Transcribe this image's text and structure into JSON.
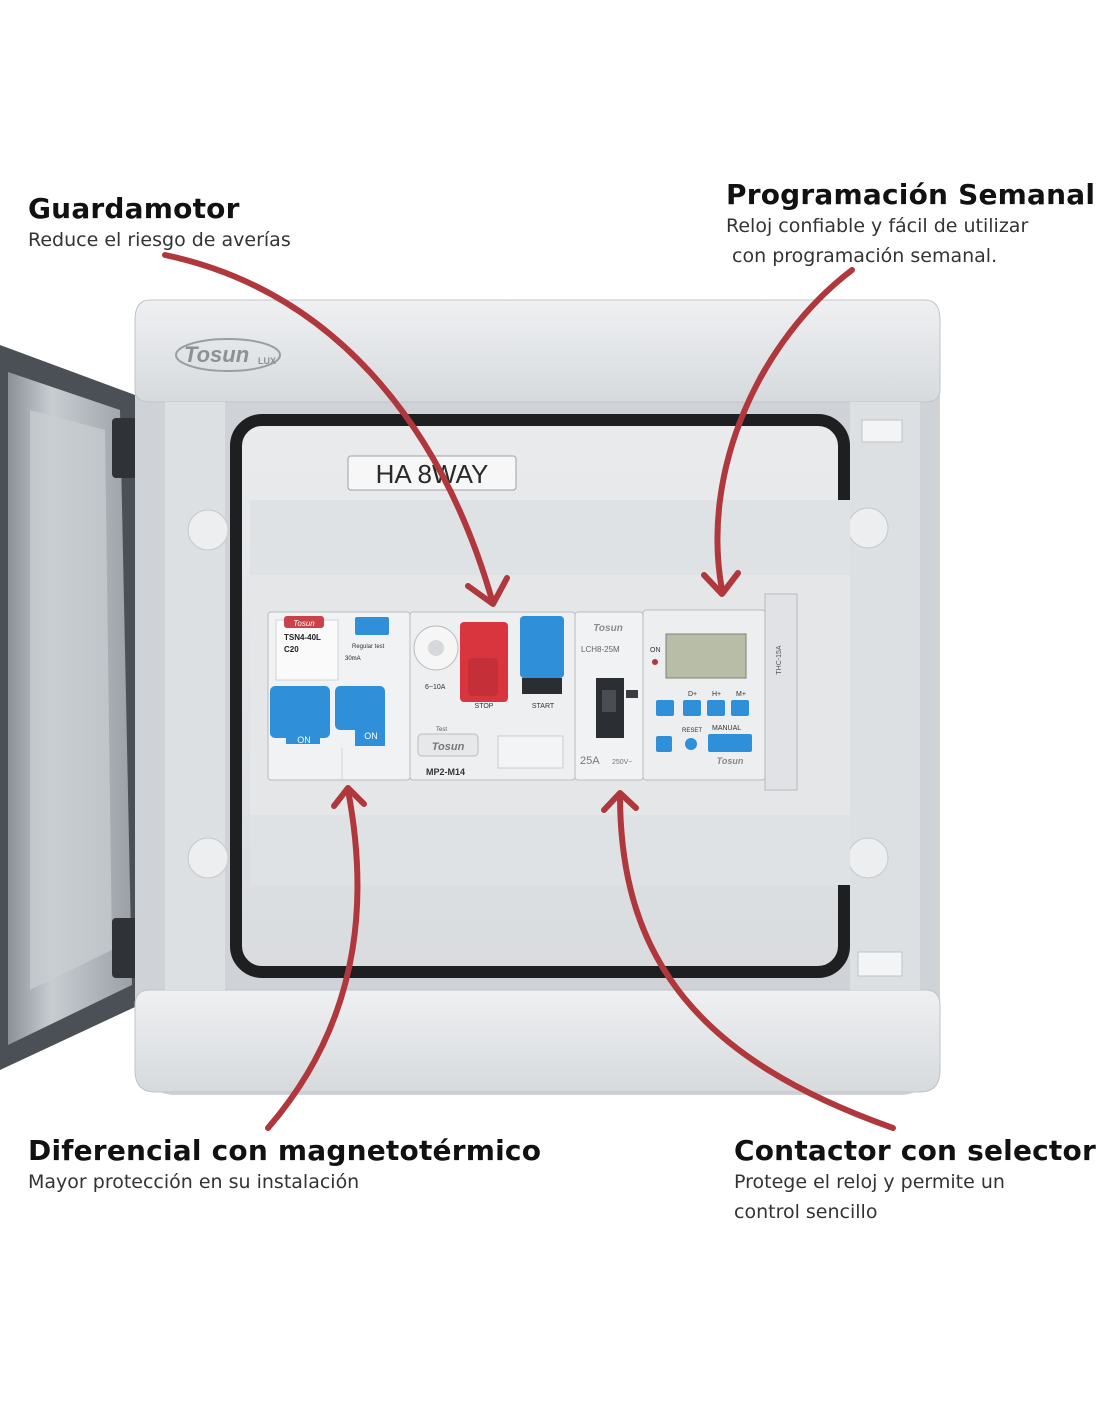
{
  "callouts": {
    "guardamotor": {
      "title": "Guardamotor",
      "desc": "Reduce el riesgo de averías"
    },
    "programacion": {
      "title": "Programación Semanal",
      "desc_line1": "Reloj confiable y fácil de utilizar",
      "desc_line2": " con programación semanal."
    },
    "diferencial": {
      "title": "Diferencial con magnetotérmico",
      "desc": "Mayor protección en su instalación"
    },
    "contactor": {
      "title": "Contactor con selector",
      "desc_line1": "Protege el reloj y permite un",
      "desc_line2": "control sencillo"
    }
  },
  "enclosure": {
    "brand": "Tosun",
    "brand_suffix": "LUX",
    "label": "HA  8WAY"
  },
  "devices": {
    "rcbo": {
      "brand": "Tosun",
      "model": "TSN4-40L",
      "rating": "C20",
      "sensitivity": "30mA",
      "test": "Regular test",
      "on_left": "ON",
      "on_right": "ON"
    },
    "motor_protector": {
      "brand": "Tosun",
      "model": "MP2-M14",
      "range": "6~10A",
      "stop": "STOP",
      "start": "START",
      "test": "Test"
    },
    "contactor": {
      "brand": "Tosun",
      "model": "LCH8-25M",
      "rating": "25A",
      "voltage": "250V~"
    },
    "timer": {
      "brand": "Tosun",
      "model": "THC-15A",
      "on": "ON",
      "btn_d": "D+",
      "btn_h": "H+",
      "btn_m": "M+",
      "reset": "RESET",
      "manual": "MANUAL"
    }
  },
  "colors": {
    "arrow": "#b0383d",
    "enclosure": "#e3e5e8",
    "switch_blue": "#2f8fd8",
    "stop_red": "#d9353f"
  }
}
